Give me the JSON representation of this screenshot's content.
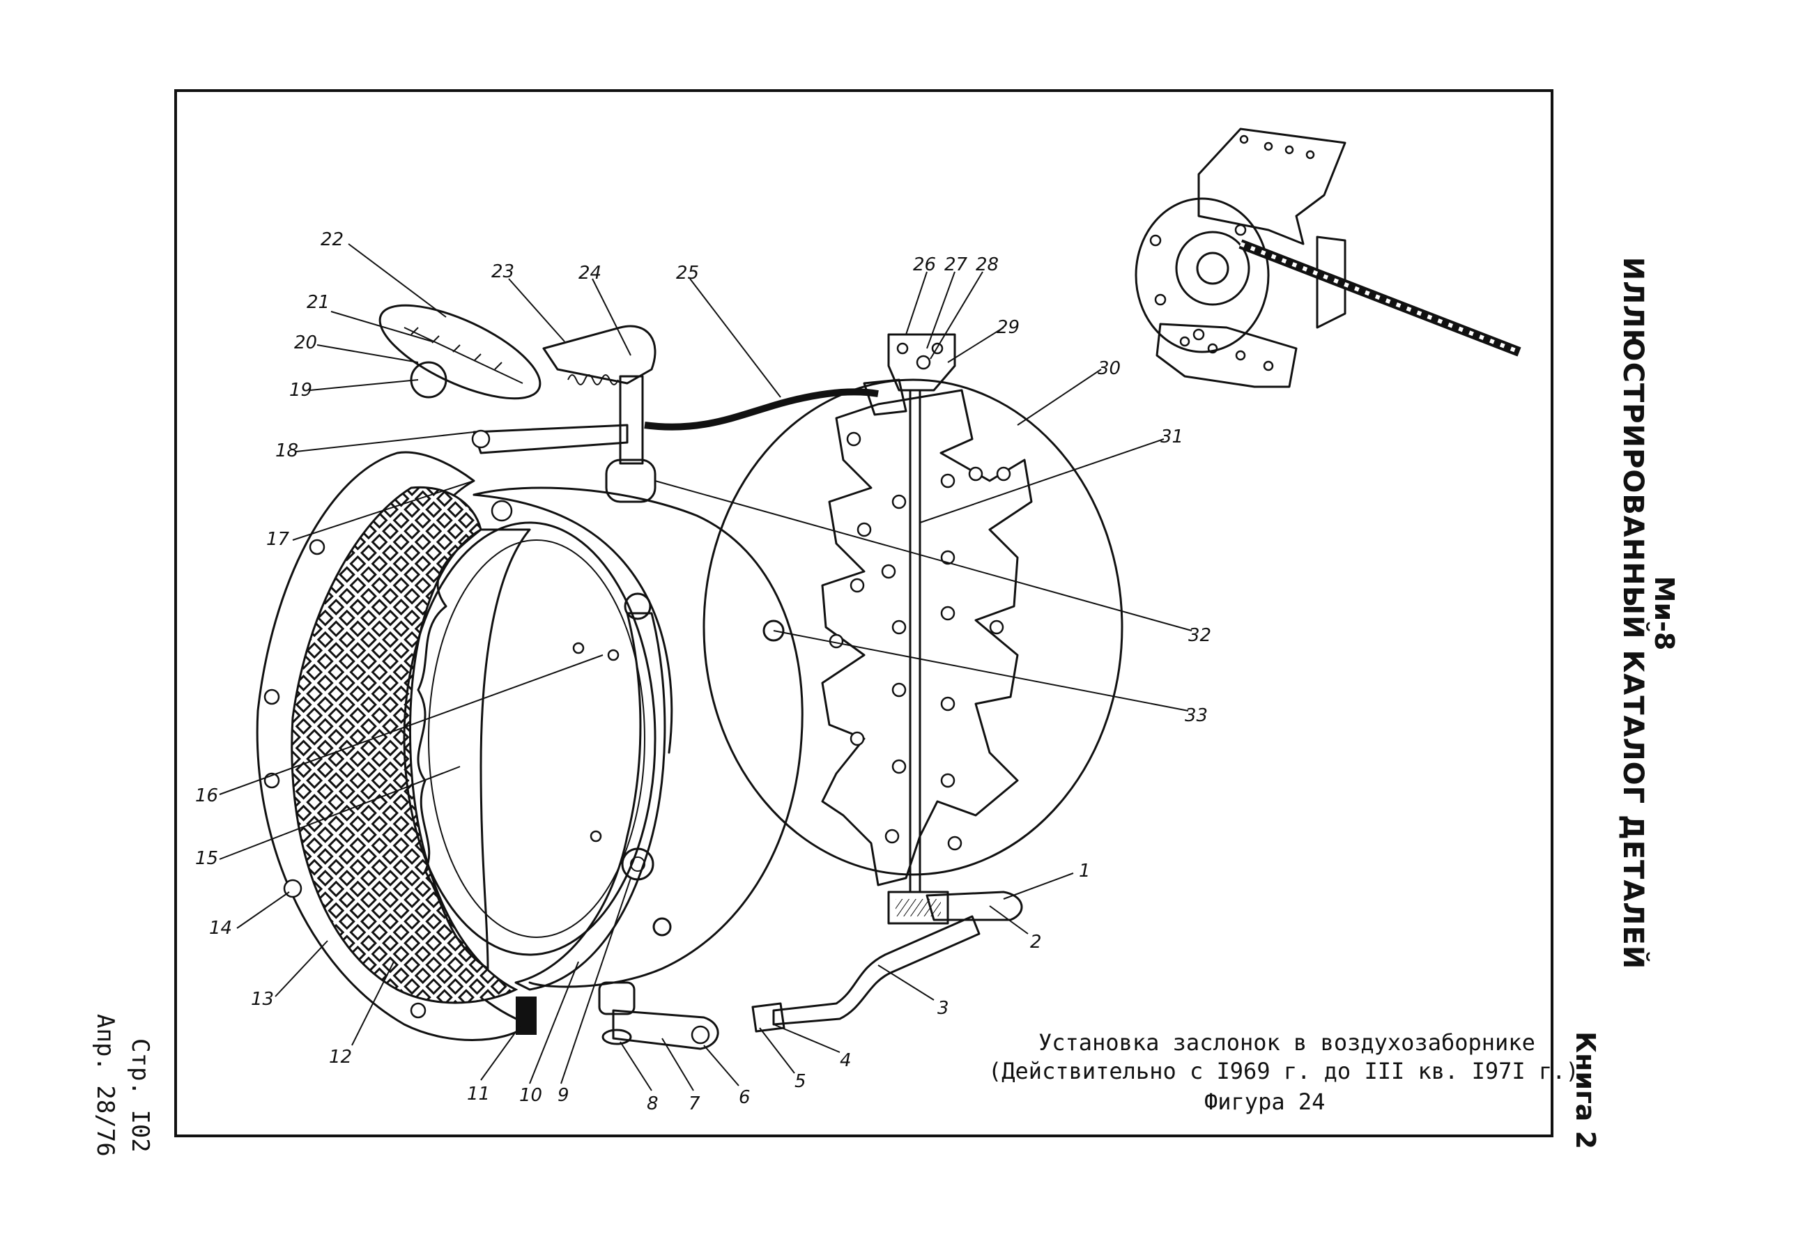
{
  "header": {
    "model": "Ми-8",
    "catalog_title": "ИЛЛЮСТРИРОВАННЫЙ КАТАЛОГ ДЕТАЛЕЙ",
    "book": "Книга 2"
  },
  "page_info": {
    "page": "Стр. I02",
    "date": "Апр. 28/76"
  },
  "caption": {
    "title": "Установка заслонок в воздухозаборнике",
    "validity": "(Действительно с I969 г. до III кв. I97I г.)",
    "figure": "Фигура 24"
  },
  "callouts": [
    "1",
    "2",
    "3",
    "4",
    "5",
    "6",
    "7",
    "8",
    "9",
    "10",
    "11",
    "12",
    "13",
    "14",
    "15",
    "16",
    "17",
    "18",
    "19",
    "20",
    "21",
    "22",
    "23",
    "24",
    "25",
    "26",
    "27",
    "28",
    "29",
    "30",
    "31",
    "32",
    "33"
  ]
}
